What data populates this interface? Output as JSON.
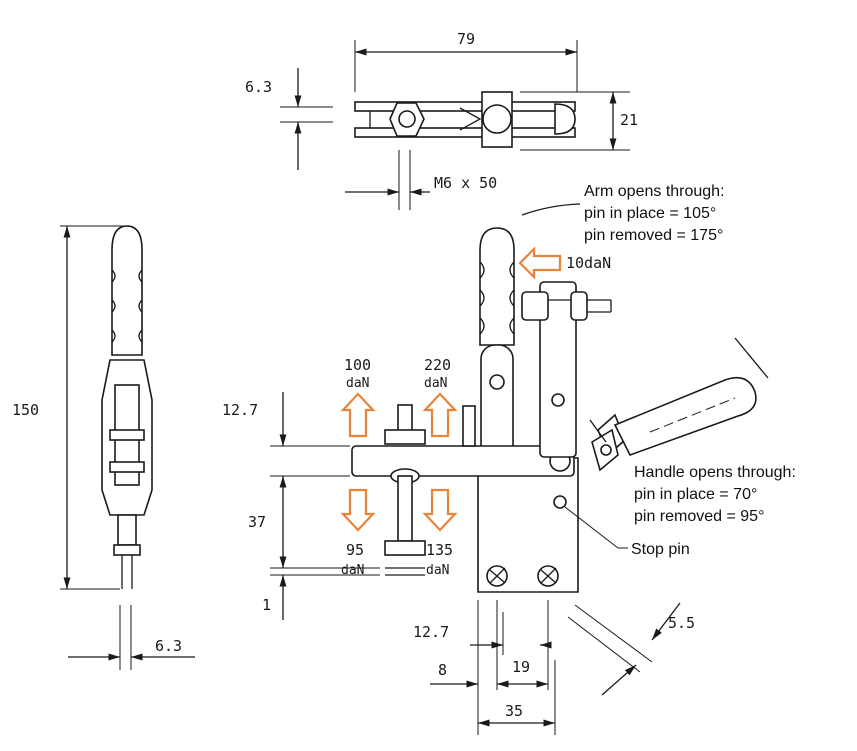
{
  "colors": {
    "line": "#1a1a1a",
    "force_arrow": "#e8843a",
    "background": "#ffffff"
  },
  "dimensions": {
    "top_width": "79",
    "top_thickness": "6.3",
    "top_height": "21",
    "bolt_spec": "M6 x 50",
    "side_height": "150",
    "side_width": "6.3",
    "bar_offset": "12.7",
    "spindle_travel": "37",
    "base_gap": "1",
    "base_edge": "12.7",
    "base_left": "8",
    "hole_spacing": "19",
    "base_width": "35",
    "handle_width": "5.5"
  },
  "forces": {
    "handle": "10daN",
    "up_left_value": "100",
    "up_left_unit": "daN",
    "up_right_value": "220",
    "up_right_unit": "daN",
    "down_left_value": "95",
    "down_left_unit": "daN",
    "down_right_value": "135",
    "down_right_unit": "daN"
  },
  "notes": {
    "arm_line1": "Arm opens through:",
    "arm_line2": "pin in place = 105°",
    "arm_line3": "pin removed = 175°",
    "handle_line1": "Handle opens through:",
    "handle_line2": "pin in place = 70°",
    "handle_line3": "pin removed = 95°",
    "stop_pin": "Stop pin"
  }
}
